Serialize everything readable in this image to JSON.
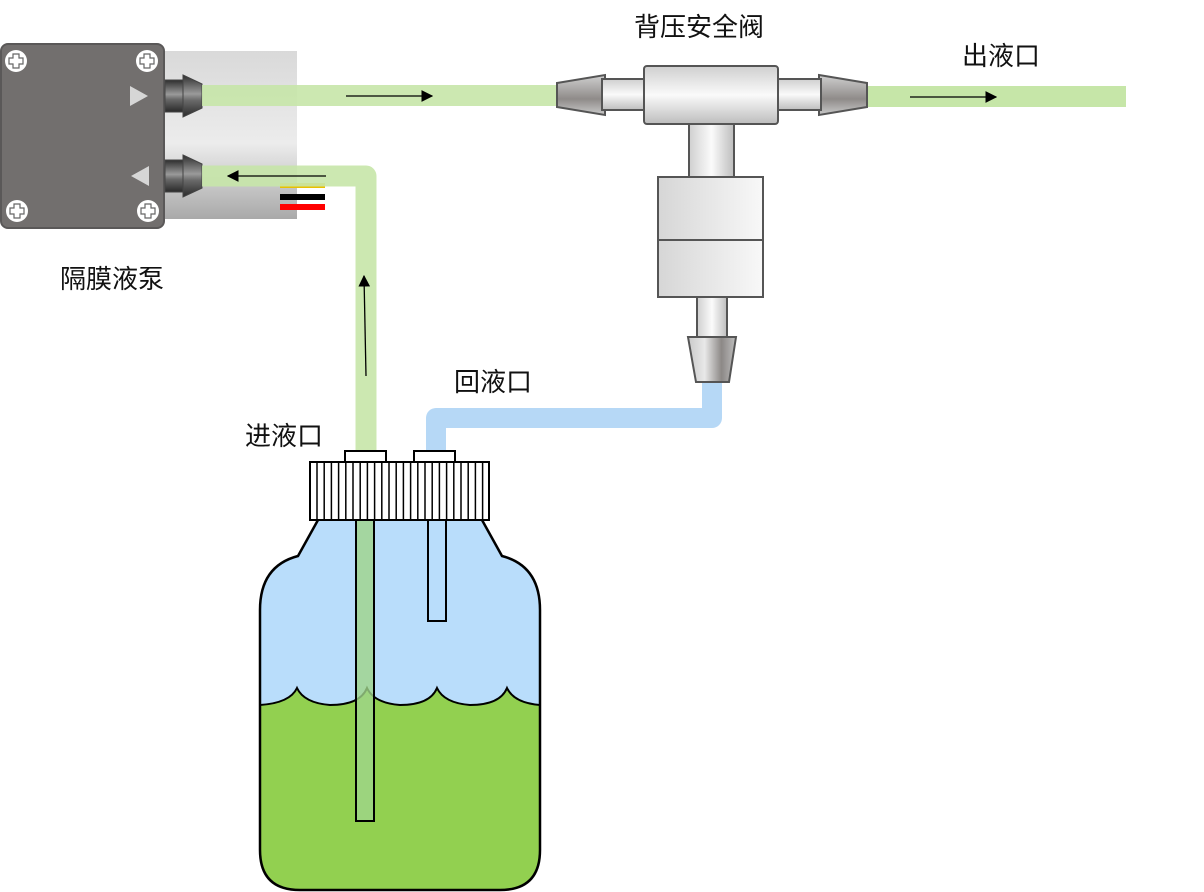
{
  "diagram": {
    "title": "隔膜液泵循环系统示意图",
    "labels": {
      "pump": "隔膜液泵",
      "valve": "背压安全阀",
      "outlet": "出液口",
      "return_port": "回液口",
      "inlet_port": "进液口"
    },
    "colors": {
      "pipe_green": "#c6e6a8",
      "pipe_blue": "#b6d8f6",
      "liquid_green": "#92d050",
      "bottle_air": "#b9ddfb",
      "pump_body": "#726f6e",
      "pump_shade": "#e2e2e2",
      "wire_yellow": "#e8c000",
      "wire_black": "#000000",
      "wire_red": "#ff0000"
    },
    "flow": [
      {
        "from": "pump",
        "to": "valve",
        "direction": "right"
      },
      {
        "from": "valve",
        "to": "outlet",
        "direction": "right"
      },
      {
        "from": "bottle",
        "to": "pump",
        "direction": "up-left"
      },
      {
        "from": "valve",
        "to": "bottle",
        "direction": "down"
      }
    ],
    "wires": [
      "yellow",
      "black",
      "red"
    ]
  }
}
